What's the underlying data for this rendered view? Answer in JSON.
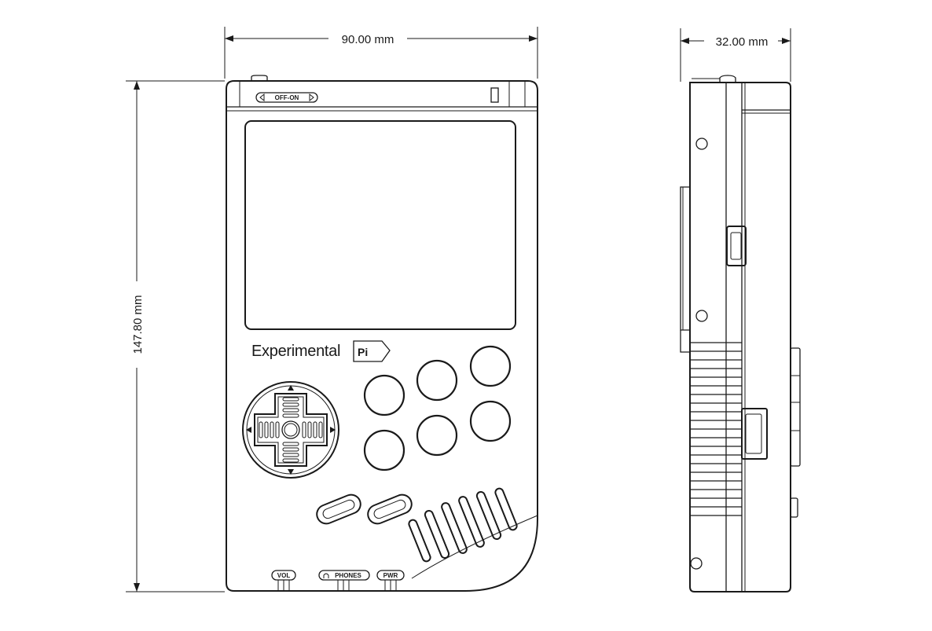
{
  "dimensions": {
    "width": "90.00 mm",
    "depth": "32.00 mm",
    "height": "147.80 mm"
  },
  "labels": {
    "power_switch": "OFF-ON",
    "brand_name": "Experimental",
    "brand_pi": "Pi",
    "vol": "VOL",
    "phones": "PHONES",
    "pwr": "PWR"
  },
  "colors": {
    "line": "#1a1a1a",
    "background": "#ffffff"
  }
}
